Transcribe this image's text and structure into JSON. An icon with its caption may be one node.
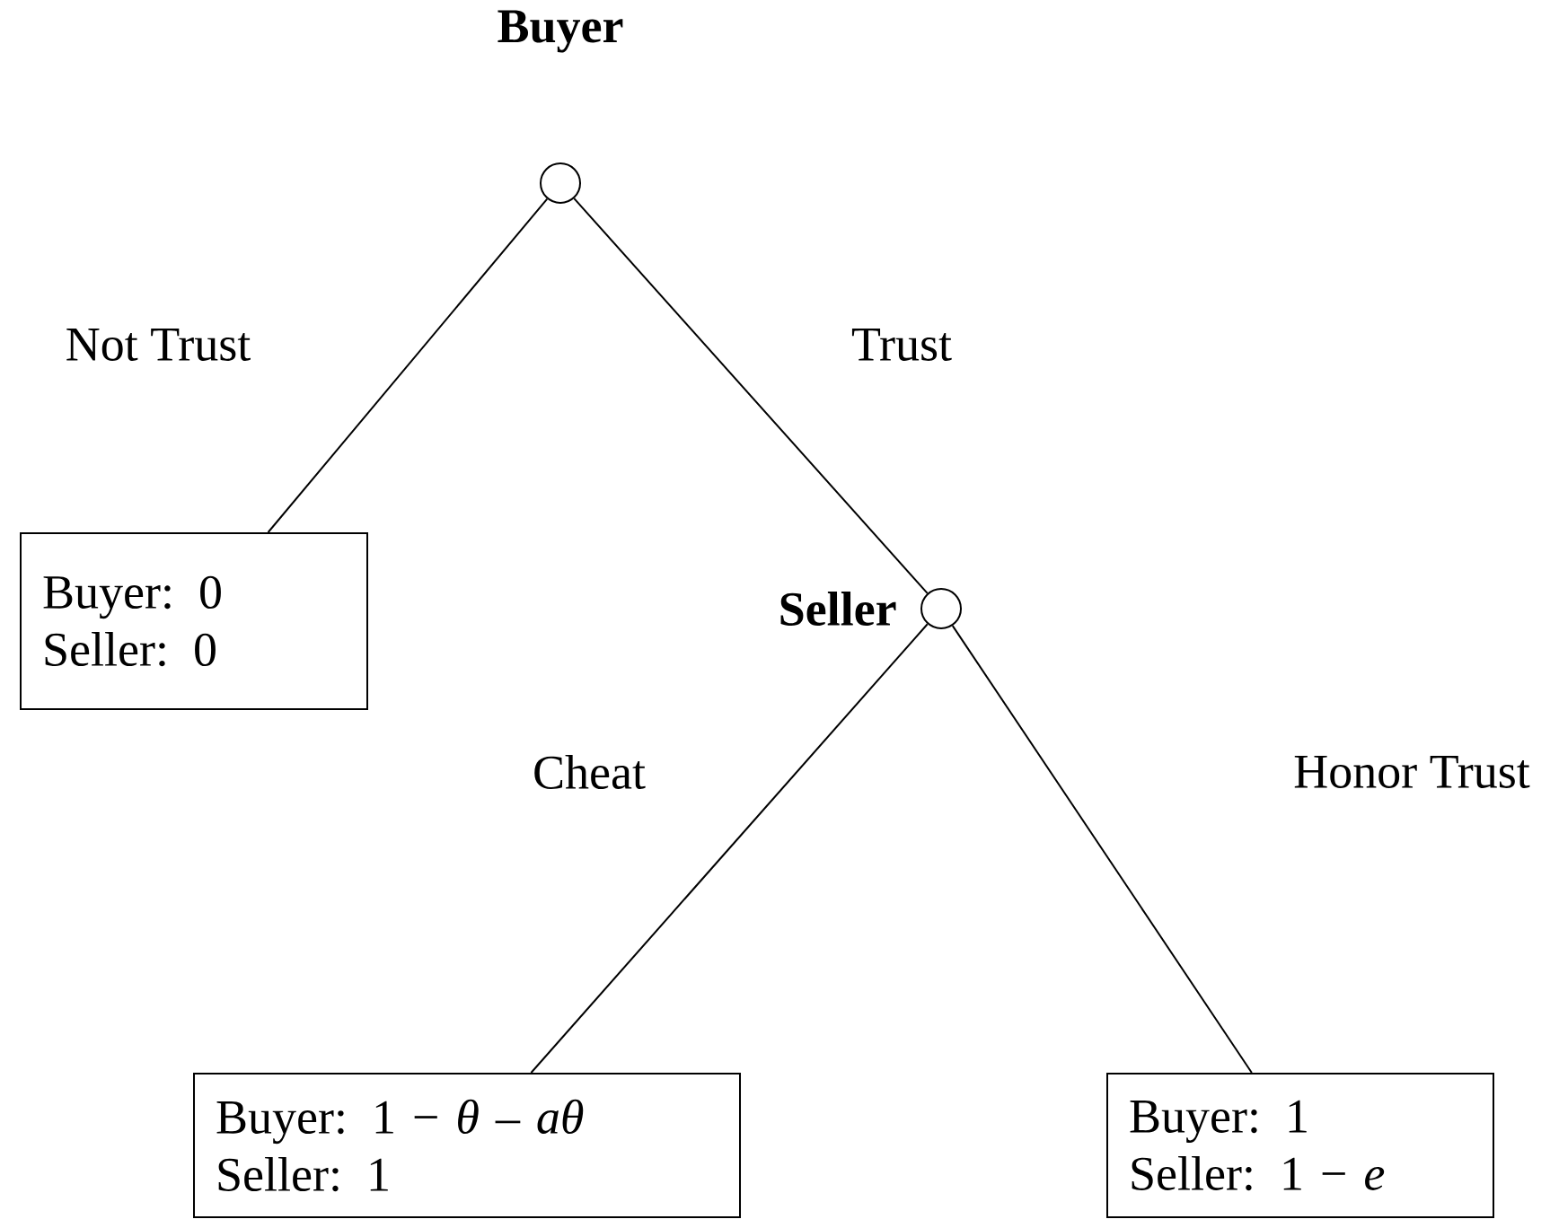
{
  "diagram": {
    "nodes": [
      {
        "text": [
          "Buyer"
        ]
      },
      {
        "text": [
          "Buyer:  0",
          "Seller:  0"
        ]
      },
      {
        "text": [
          "Seller"
        ]
      },
      {
        "text": [
          "Buyer:  1 − *θ* – *aθ*",
          "Seller:  1"
        ]
      },
      {
        "text": [
          "Buyer:  1",
          "Seller:  1 − *e*"
        ]
      }
    ],
    "edges": [
      {
        "from": 0,
        "to": 1,
        "arrow": "none",
        "label": "Not Trust"
      },
      {
        "from": 0,
        "to": 2,
        "arrow": "none",
        "label": "Trust"
      },
      {
        "from": 2,
        "to": 3,
        "arrow": "none",
        "label": "Cheat"
      },
      {
        "from": 2,
        "to": 4,
        "arrow": "none",
        "label": "Honor Trust"
      }
    ]
  }
}
